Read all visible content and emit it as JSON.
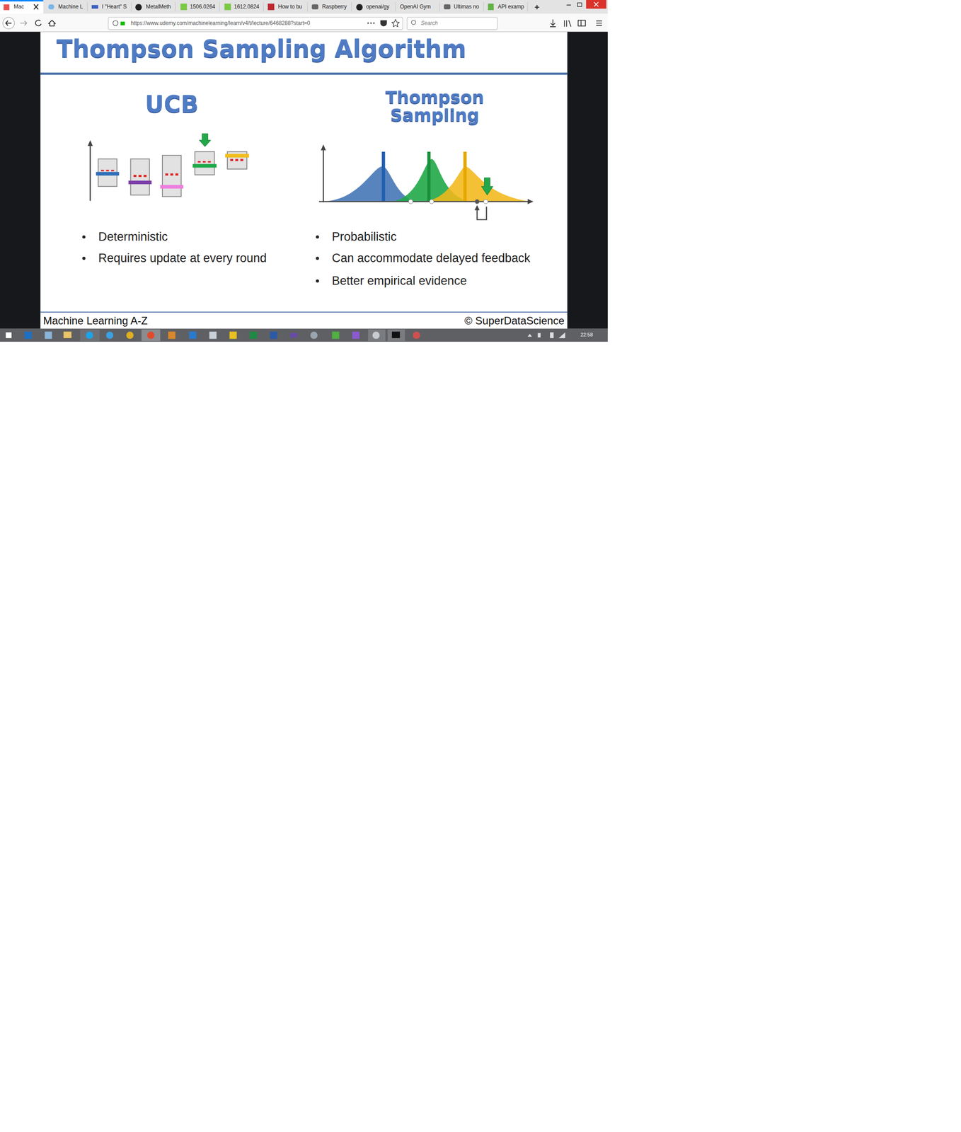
{
  "diagram": {
    "title": "Thompson Sampling Algorithm",
    "labels": [
      "Mac",
      "Machine L",
      "I \"Heart\" S",
      "MetalMeth",
      "1506.0264",
      "1612.0824",
      "How to bu",
      "Raspberry",
      "openai/gy",
      "OpenAI Gym",
      "Ultimas no",
      "API examp",
      "https://www.udemy.com/machinelearning/learn/v4/t/lecture/6468288?start=0",
      "Search",
      "UCB",
      "Thompson Sampling",
      "Deterministic",
      "Requires update at every round",
      "Probabilistic",
      "Can accommodate delayed feedback",
      "Better empirical evidence",
      "Machine Learning A-Z",
      "© SuperDataScience",
      "22:58"
    ]
  }
}
